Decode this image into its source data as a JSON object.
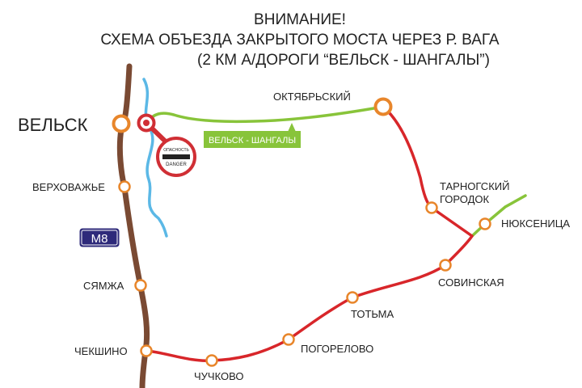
{
  "title": {
    "line1": "ВНИМАНИЕ!",
    "line2": "СХЕМА ОБЪЕЗДА ЗАКРЫТОГО МОСТА ЧЕРЕЗ Р. ВАГА",
    "line3": "(2 КМ А/ДОРОГИ “ВЕЛЬСК - ШАНГАЛЫ”)"
  },
  "places": {
    "velsk": "ВЕЛЬСК",
    "verkhovazhye": "ВЕРХОВАЖЬЕ",
    "syamzha": "СЯМЖА",
    "cheksino": "ЧЕКШИНО",
    "chuchkovo": "ЧУЧКОВО",
    "pogorelovo": "ПОГОРЕЛОВО",
    "totma": "ТОТЬМА",
    "sovinskaya": "СОВИНСКАЯ",
    "nyuksenitsa": "НЮКСЕНИЦА",
    "tarnogsky_line1": "ТАРНОГСКИЙ",
    "tarnogsky_line2": "ГОРОДОК",
    "oktyabrsky": "ОКТЯБРЬСКИЙ"
  },
  "road_labels": {
    "velsk_shangaly": "ВЕЛЬСК - ШАНГАЛЫ",
    "m8": "М8"
  },
  "sign": {
    "top_text": "ОПАСНОСТЬ",
    "bottom_text": "DANGER"
  },
  "colors": {
    "m8_road": "#7a4a33",
    "detour_route": "#d8262a",
    "regional_road": "#88c43a",
    "river": "#5bb8e6",
    "node_outline": "#e8862b",
    "m8_badge_bg": "#2e2a7a",
    "closure_marker": "#d02f35"
  }
}
